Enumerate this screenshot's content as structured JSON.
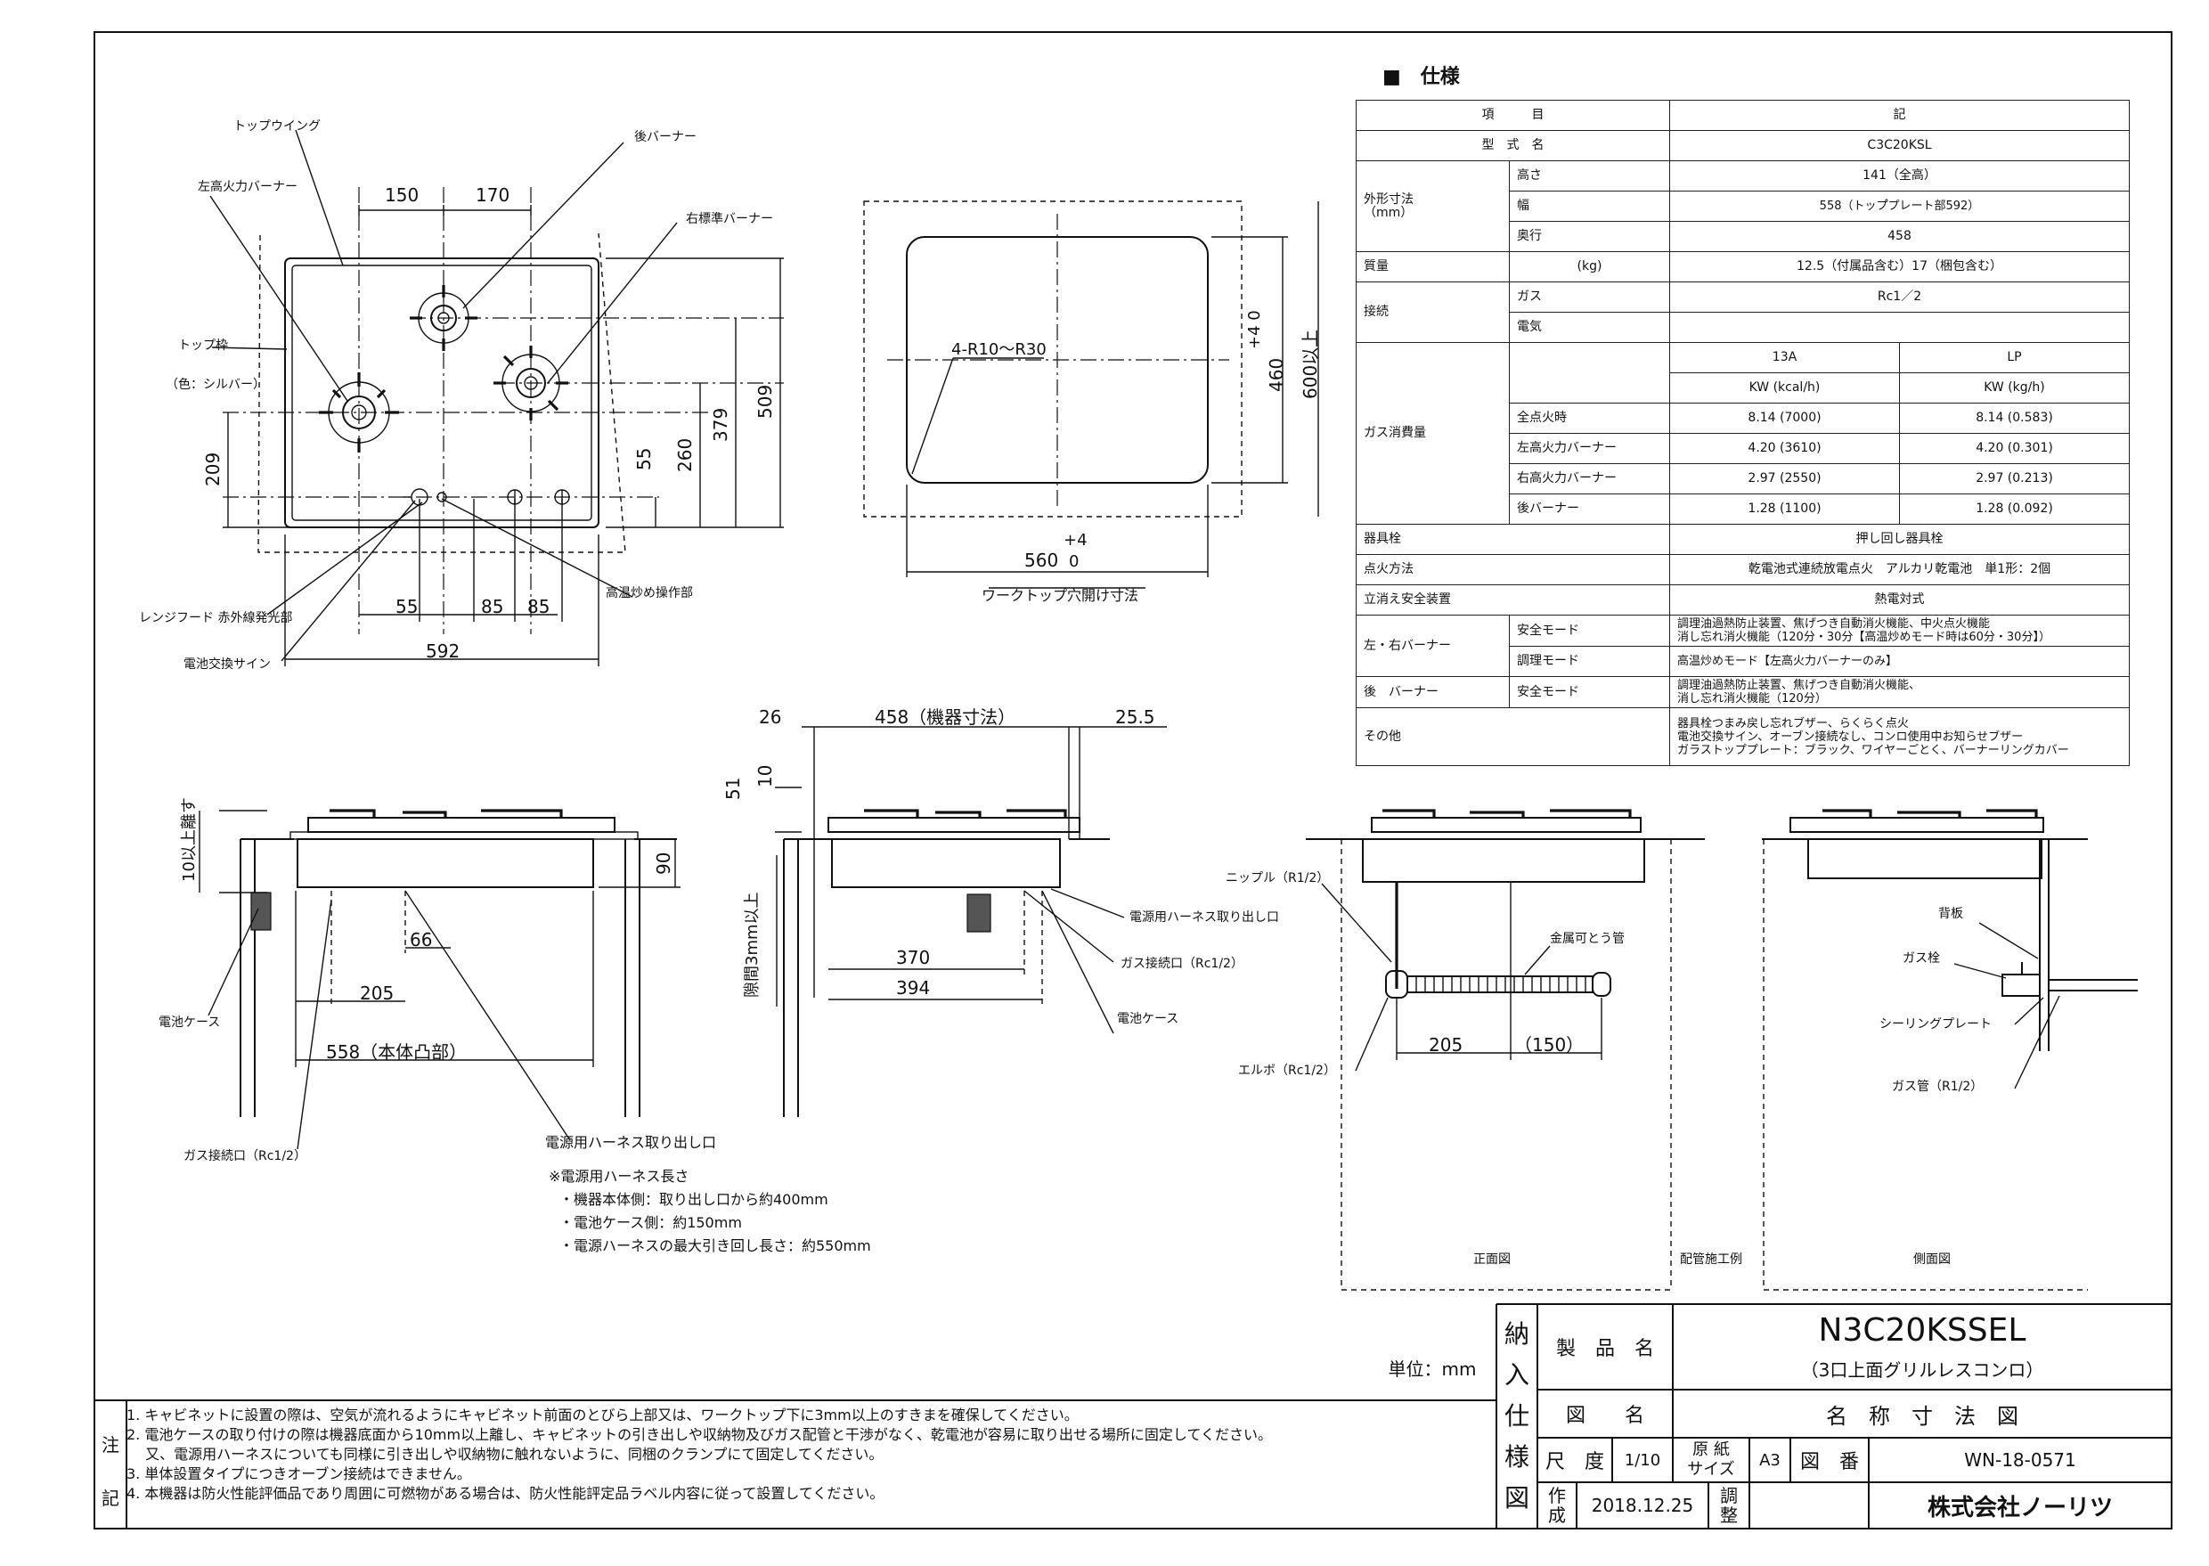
{
  "labels": {
    "top_wing": "トップウイング",
    "rear_burner": "後バーナー",
    "left_burner": "左高火力バーナー",
    "right_burner": "右標準バーナー",
    "top_frame": "トップ枠",
    "top_frame_color": "（色：シルバー）",
    "rangehood_sensor": "レンジフード 赤外線発光部",
    "battery_sign": "電池交換サイン",
    "high_temp_op": "高温炒め操作部",
    "worktop_cutout": "ワークトップ穴開け寸法",
    "corner_radius": "4-R10～R30",
    "battery_case": "電池ケース",
    "gas_inlet_left": "ガス接続口（Rc1/2）",
    "power_outlet": "電源用ハーネス取り出し口",
    "power_outlet_2": "電源用ハーネス取り出し口",
    "gas_inlet_mid": "ガス接続口（Rc1/2）",
    "battery_case_2": "電池ケース",
    "nipple": "ニップル（R1/2）",
    "metal_hose": "金属可とう管",
    "elbow": "エルボ（Rc1/2）",
    "front_view": "正面図",
    "piping_example": "配管施工例",
    "side_view": "側面図",
    "back_panel": "背板",
    "gas_cock": "ガス栓",
    "sealing_plate": "シーリングプレート",
    "gas_pipe": "ガス管（R1/2）",
    "clearance_10": "10以上離す",
    "clearance_3mm": "隙間3mm以上",
    "harness_title": "※電源用ハーネス長さ",
    "harness_1": "・機器本体側：取り出し口から約400mm",
    "harness_2": "・電池ケース側：約150mm",
    "harness_3": "・電源ハーネスの最大引き回し長さ：約550mm"
  },
  "dims": {
    "d150": "150",
    "d170": "170",
    "d509": "509",
    "d379": "379",
    "d260": "260",
    "d55v": "55",
    "d209": "209",
    "d55h": "55",
    "d85a": "85",
    "d85b": "85",
    "d592": "592",
    "d460": "460",
    "d460tol": "+4\n0",
    "d600": "600以上",
    "d560": "560",
    "d560tol": "+4\n0",
    "d26": "26",
    "d458": "458（機器寸法）",
    "d25_5": "25.5",
    "d51": "51",
    "d10": "10",
    "d90": "90",
    "d66": "66",
    "d205a": "205",
    "d558": "558（本体凸部）",
    "d370": "370",
    "d394": "394",
    "d205b": "205",
    "d150p": "（150）"
  },
  "spec": {
    "title": "■　仕様",
    "h_item": "項　　　目",
    "h_value": "記",
    "model_label": "型　式　名",
    "model": "C3C20KSL",
    "outer_dim": "外形寸法\n（mm）",
    "height_l": "高さ",
    "height_v": "141（全高）",
    "width_l": "幅",
    "width_v": "558（トップ゚プレート部592）",
    "depth_l": "奥行",
    "depth_v": "458",
    "mass_l": "質量",
    "mass_u": "(kg)",
    "mass_v": "12.5（付属品含む）17（梱包含む）",
    "conn_l": "接続",
    "gas_l": "ガス",
    "gas_v": "Rc1／2",
    "elec_l": "電気",
    "consumption_l": "ガス消費量",
    "col_13a": "13A",
    "col_lp": "LP",
    "unit_13a": "KW (kcal/h)",
    "unit_lp": "KW (kg/h)",
    "rows": [
      {
        "name": "全点火時",
        "a": "8.14 (7000)",
        "lp": "8.14 (0.583)"
      },
      {
        "name": "左高火力バーナー",
        "a": "4.20 (3610)",
        "lp": "4.20 (0.301)"
      },
      {
        "name": "右高火力バーナー",
        "a": "2.97 (2550)",
        "lp": "2.97 (0.213)"
      },
      {
        "name": "後バーナー",
        "a": "1.28 (1100)",
        "lp": "1.28 (0.092)"
      }
    ],
    "valve_l": "器具栓",
    "valve_v": "押し回し器具栓",
    "ignition_l": "点火方法",
    "ignition_v": "乾電池式連続放電点火　アルカリ乾電池　単1形：2個",
    "safety_l": "立消え安全装置",
    "safety_v": "熱電対式",
    "lr_burner_l": "左・右バーナー",
    "safe_mode": "安全モード",
    "safe_mode_v": "調理油過熱防止装置、焦げつき自動消火機能、中火点火機能\n消し忘れ消火機能（120分・30分【高温炒めモード時は60分・30分】）",
    "cook_mode": "調理モード",
    "cook_mode_v": "高温炒めモード【左高火力バーナーのみ】",
    "rear_l": "後　バーナー",
    "safe_mode_2": "安全モード",
    "rear_v": "調理油過熱防止装置、焦げつき自動消火機能、\n消し忘れ消火機能（120分）",
    "other_l": "その他",
    "other_v": "器具栓つまみ戻し忘れブザー、らくらく点火\n電池交換サイン、オーブン接続なし、コンロ使用中お知らせブザー\nガラストッププレート：ブラック、ワイヤーごとく、バーナーリングカバー"
  },
  "notes": {
    "label": "注記",
    "items": [
      "1. キャビネットに設置の際は、空気が流れるようにキャビネット前面のとびら上部又は、ワークトップ下に3mm以上のすきまを確保してください。",
      "2. 電池ケースの取り付けの際は機器底面から10mm以上離し、キャビネットの引き出しや収納物及びガス配管と干渉がなく、乾電池が容易に取り出せる場所に固定してください。",
      "　 又、電源用ハーネスについても同様に引き出しや収納物に触れないように、同梱のクランプにて固定してください。",
      "3. 単体設置タイプにつきオーブン接続はできません。",
      "4. 本機器は防火性能評価品であり周囲に可燃物がある場合は、防火性能評定品ラベル内容に従って設置してください。"
    ]
  },
  "titleblock": {
    "unit": "単位：mm",
    "delivery": "納\n入\n仕\n様\n図",
    "product_l": "製　品　名",
    "product": "N3C20KSSEL",
    "product_desc": "（3口上面グリルレスコンロ）",
    "drawing_l": "図　　名",
    "drawing": "名　称　寸　法　図",
    "scale_l": "尺　度",
    "scale": "1/10",
    "paper_l": "原 紙\nサイズ",
    "paper": "A3",
    "drawing_no_l": "図　番",
    "drawing_no": "WN-18-0571",
    "made_l": "作\n成",
    "date": "2018.12.25",
    "check_l": "調\n整",
    "company": "株式会社ノーリツ"
  }
}
